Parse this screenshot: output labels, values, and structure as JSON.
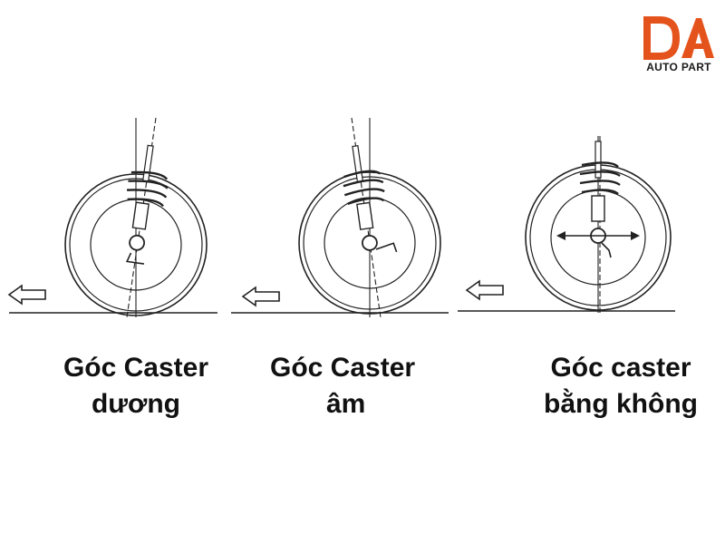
{
  "logo": {
    "mark": "DA",
    "subtitle": "AUTO PART",
    "mark_color": "#e5531d"
  },
  "panels": [
    {
      "line1": "Góc Caster",
      "line2": "dương"
    },
    {
      "line1": "Góc Caster",
      "line2": "âm"
    },
    {
      "line1": "Góc caster",
      "line2": "bằng không"
    }
  ]
}
